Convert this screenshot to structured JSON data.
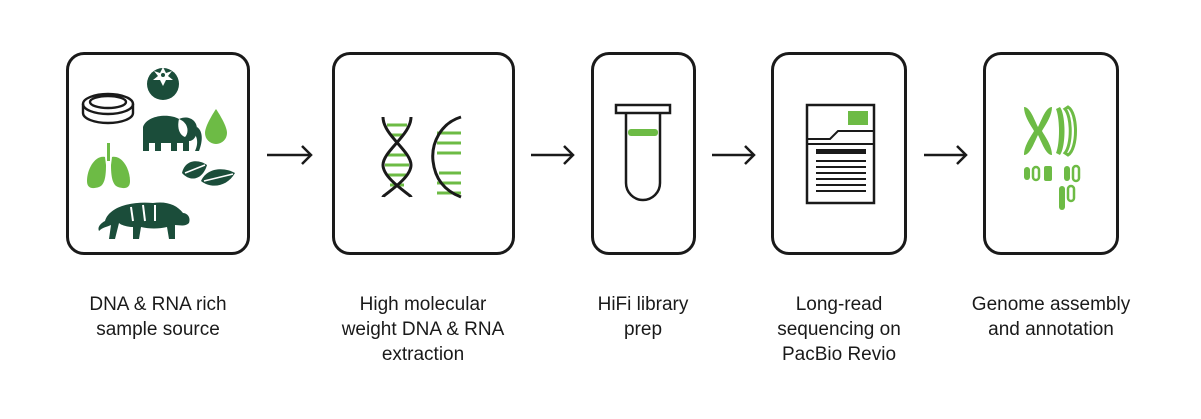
{
  "steps": [
    {
      "label_lines": [
        "DNA & RNA rich",
        "sample source"
      ]
    },
    {
      "label_lines": [
        "High molecular",
        "weight DNA & RNA",
        "extraction"
      ]
    },
    {
      "label_lines": [
        "HiFi library",
        "prep"
      ]
    },
    {
      "label_lines": [
        "Long-read",
        "sequencing on",
        "PacBio Revio"
      ]
    },
    {
      "label_lines": [
        "Genome assembly",
        "and annotation"
      ]
    }
  ],
  "colors": {
    "outline": "#1a1a1a",
    "dark_green": "#1b4d3a",
    "light_green": "#6dbb45"
  }
}
